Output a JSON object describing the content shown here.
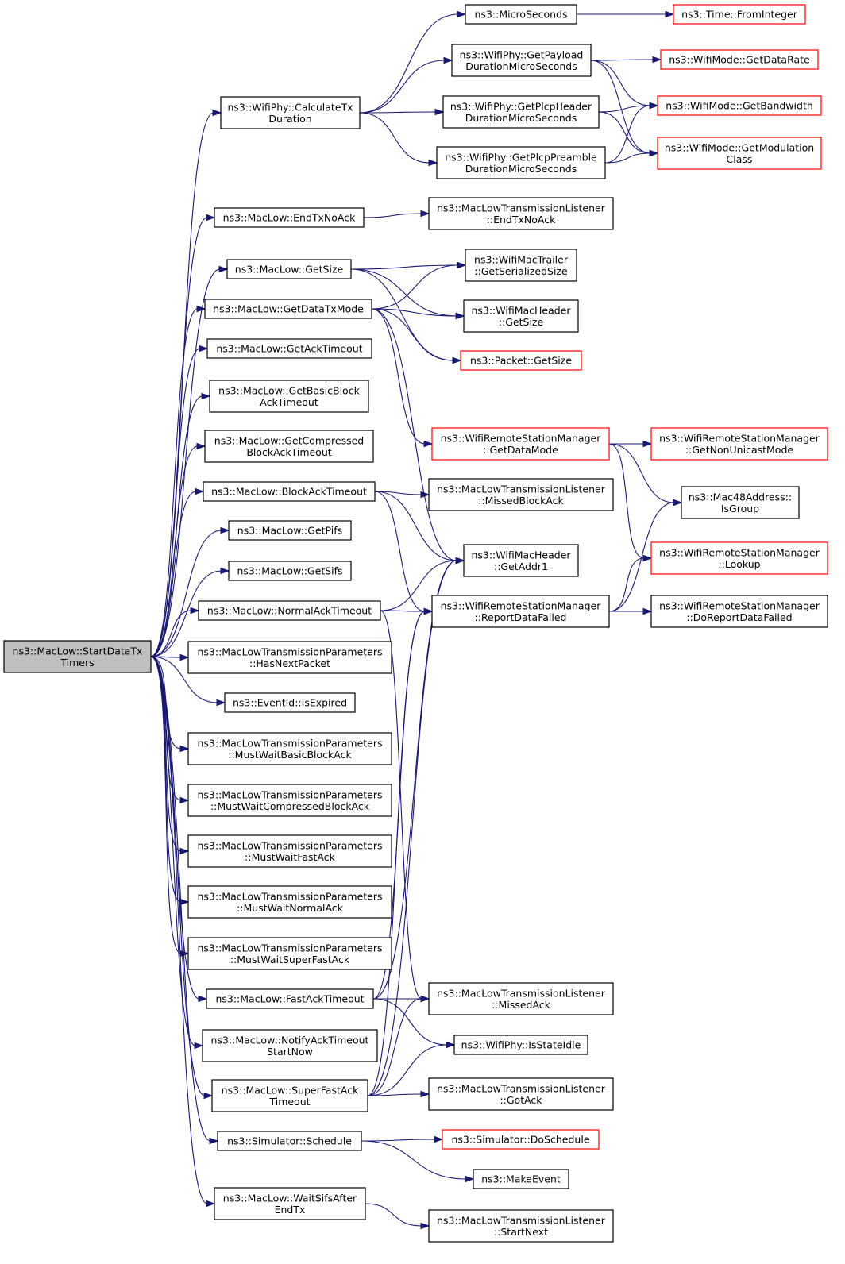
{
  "colors": {
    "edge": "#191970",
    "border_normal": "#000000",
    "border_external": "#ff0000",
    "root_fill": "#bfbfbf",
    "node_fill": "#ffffff"
  },
  "nodes": [
    {
      "id": "root",
      "lines": [
        "ns3::MacLow::StartDataTx",
        "Timers"
      ],
      "kind": "root"
    },
    {
      "id": "calc",
      "lines": [
        "ns3::WifiPhy::CalculateTx",
        "Duration"
      ],
      "kind": "normal"
    },
    {
      "id": "endtx",
      "lines": [
        "ns3::MacLow::EndTxNoAck"
      ],
      "kind": "normal"
    },
    {
      "id": "getsize",
      "lines": [
        "ns3::MacLow::GetSize"
      ],
      "kind": "normal"
    },
    {
      "id": "getdatatxmode",
      "lines": [
        "ns3::MacLow::GetDataTxMode"
      ],
      "kind": "normal"
    },
    {
      "id": "getacktimeout",
      "lines": [
        "ns3::MacLow::GetAckTimeout"
      ],
      "kind": "normal"
    },
    {
      "id": "getbasicblock",
      "lines": [
        "ns3::MacLow::GetBasicBlock",
        "AckTimeout"
      ],
      "kind": "normal"
    },
    {
      "id": "getcompressed",
      "lines": [
        "ns3::MacLow::GetCompressed",
        "BlockAckTimeout"
      ],
      "kind": "normal"
    },
    {
      "id": "blockacktimeout",
      "lines": [
        "ns3::MacLow::BlockAckTimeout"
      ],
      "kind": "normal"
    },
    {
      "id": "getpifs",
      "lines": [
        "ns3::MacLow::GetPifs"
      ],
      "kind": "normal"
    },
    {
      "id": "getsifs",
      "lines": [
        "ns3::MacLow::GetSifs"
      ],
      "kind": "normal"
    },
    {
      "id": "normalacktimeout",
      "lines": [
        "ns3::MacLow::NormalAckTimeout"
      ],
      "kind": "normal"
    },
    {
      "id": "hasnextpacket",
      "lines": [
        "ns3::MacLowTransmissionParameters",
        "::HasNextPacket"
      ],
      "kind": "normal"
    },
    {
      "id": "isexpired",
      "lines": [
        "ns3::EventId::IsExpired"
      ],
      "kind": "normal"
    },
    {
      "id": "mwbasic",
      "lines": [
        "ns3::MacLowTransmissionParameters",
        "::MustWaitBasicBlockAck"
      ],
      "kind": "normal"
    },
    {
      "id": "mwcompressed",
      "lines": [
        "ns3::MacLowTransmissionParameters",
        "::MustWaitCompressedBlockAck"
      ],
      "kind": "normal"
    },
    {
      "id": "mwfast",
      "lines": [
        "ns3::MacLowTransmissionParameters",
        "::MustWaitFastAck"
      ],
      "kind": "normal"
    },
    {
      "id": "mwnormal",
      "lines": [
        "ns3::MacLowTransmissionParameters",
        "::MustWaitNormalAck"
      ],
      "kind": "normal"
    },
    {
      "id": "mwsuperfast",
      "lines": [
        "ns3::MacLowTransmissionParameters",
        "::MustWaitSuperFastAck"
      ],
      "kind": "normal"
    },
    {
      "id": "fastacktimeout",
      "lines": [
        "ns3::MacLow::FastAckTimeout"
      ],
      "kind": "normal"
    },
    {
      "id": "notifyack",
      "lines": [
        "ns3::MacLow::NotifyAckTimeout",
        "StartNow"
      ],
      "kind": "normal"
    },
    {
      "id": "superfast",
      "lines": [
        "ns3::MacLow::SuperFastAck",
        "Timeout"
      ],
      "kind": "normal"
    },
    {
      "id": "schedule",
      "lines": [
        "ns3::Simulator::Schedule"
      ],
      "kind": "normal"
    },
    {
      "id": "waitsifs",
      "lines": [
        "ns3::MacLow::WaitSifsAfter",
        "EndTx"
      ],
      "kind": "normal"
    },
    {
      "id": "microseconds",
      "lines": [
        "ns3::MicroSeconds"
      ],
      "kind": "normal"
    },
    {
      "id": "getpayload",
      "lines": [
        "ns3::WifiPhy::GetPayload",
        "DurationMicroSeconds"
      ],
      "kind": "normal"
    },
    {
      "id": "getplcpheader",
      "lines": [
        "ns3::WifiPhy::GetPlcpHeader",
        "DurationMicroSeconds"
      ],
      "kind": "normal"
    },
    {
      "id": "getplcppreamble",
      "lines": [
        "ns3::WifiPhy::GetPlcpPreamble",
        "DurationMicroSeconds"
      ],
      "kind": "normal"
    },
    {
      "id": "listener_endtx",
      "lines": [
        "ns3::MacLowTransmissionListener",
        "::EndTxNoAck"
      ],
      "kind": "normal"
    },
    {
      "id": "trailer",
      "lines": [
        "ns3::WifiMacTrailer",
        "::GetSerializedSize"
      ],
      "kind": "normal"
    },
    {
      "id": "macheader_size",
      "lines": [
        "ns3::WifiMacHeader",
        "::GetSize"
      ],
      "kind": "normal"
    },
    {
      "id": "packet_size",
      "lines": [
        "ns3::Packet::GetSize"
      ],
      "kind": "external"
    },
    {
      "id": "rsm_getdatamode",
      "lines": [
        "ns3::WifiRemoteStationManager",
        "::GetDataMode"
      ],
      "kind": "external"
    },
    {
      "id": "listener_missedblock",
      "lines": [
        "ns3::MacLowTransmissionListener",
        "::MissedBlockAck"
      ],
      "kind": "normal"
    },
    {
      "id": "getaddr1",
      "lines": [
        "ns3::WifiMacHeader",
        "::GetAddr1"
      ],
      "kind": "normal"
    },
    {
      "id": "reportdatafailed",
      "lines": [
        "ns3::WifiRemoteStationManager",
        "::ReportDataFailed"
      ],
      "kind": "normal"
    },
    {
      "id": "listener_missedack",
      "lines": [
        "ns3::MacLowTransmissionListener",
        "::MissedAck"
      ],
      "kind": "normal"
    },
    {
      "id": "isstateidle",
      "lines": [
        "ns3::WifiPhy::IsStateIdle"
      ],
      "kind": "normal"
    },
    {
      "id": "listener_gotack",
      "lines": [
        "ns3::MacLowTransmissionListener",
        "::GotAck"
      ],
      "kind": "normal"
    },
    {
      "id": "doschedule",
      "lines": [
        "ns3::Simulator::DoSchedule"
      ],
      "kind": "external"
    },
    {
      "id": "makeevent",
      "lines": [
        "ns3::MakeEvent"
      ],
      "kind": "normal"
    },
    {
      "id": "listener_startnext",
      "lines": [
        "ns3::MacLowTransmissionListener",
        "::StartNext"
      ],
      "kind": "normal"
    },
    {
      "id": "fromint",
      "lines": [
        "ns3::Time::FromInteger"
      ],
      "kind": "external"
    },
    {
      "id": "getdatarate",
      "lines": [
        "ns3::WifiMode::GetDataRate"
      ],
      "kind": "external"
    },
    {
      "id": "getbandwidth",
      "lines": [
        "ns3::WifiMode::GetBandwidth"
      ],
      "kind": "external"
    },
    {
      "id": "getmodulation",
      "lines": [
        "ns3::WifiMode::GetModulation",
        "Class"
      ],
      "kind": "external"
    },
    {
      "id": "getnonunicast",
      "lines": [
        "ns3::WifiRemoteStationManager",
        "::GetNonUnicastMode"
      ],
      "kind": "external"
    },
    {
      "id": "isgroup",
      "lines": [
        "ns3::Mac48Address::",
        "IsGroup"
      ],
      "kind": "normal"
    },
    {
      "id": "lookup",
      "lines": [
        "ns3::WifiRemoteStationManager",
        "::Lookup"
      ],
      "kind": "external"
    },
    {
      "id": "doreportdatafailed",
      "lines": [
        "ns3::WifiRemoteStationManager",
        "::DoReportDataFailed"
      ],
      "kind": "normal"
    }
  ],
  "edges": [
    [
      "root",
      "calc"
    ],
    [
      "root",
      "endtx"
    ],
    [
      "root",
      "getsize"
    ],
    [
      "root",
      "getdatatxmode"
    ],
    [
      "root",
      "getacktimeout"
    ],
    [
      "root",
      "getbasicblock"
    ],
    [
      "root",
      "getcompressed"
    ],
    [
      "root",
      "blockacktimeout"
    ],
    [
      "root",
      "getpifs"
    ],
    [
      "root",
      "getsifs"
    ],
    [
      "root",
      "normalacktimeout"
    ],
    [
      "root",
      "hasnextpacket"
    ],
    [
      "root",
      "isexpired"
    ],
    [
      "root",
      "mwbasic"
    ],
    [
      "root",
      "mwcompressed"
    ],
    [
      "root",
      "mwfast"
    ],
    [
      "root",
      "mwnormal"
    ],
    [
      "root",
      "mwsuperfast"
    ],
    [
      "root",
      "fastacktimeout"
    ],
    [
      "root",
      "notifyack"
    ],
    [
      "root",
      "superfast"
    ],
    [
      "root",
      "schedule"
    ],
    [
      "root",
      "waitsifs"
    ],
    [
      "calc",
      "microseconds"
    ],
    [
      "calc",
      "getpayload"
    ],
    [
      "calc",
      "getplcpheader"
    ],
    [
      "calc",
      "getplcppreamble"
    ],
    [
      "microseconds",
      "fromint"
    ],
    [
      "getpayload",
      "getdatarate"
    ],
    [
      "getpayload",
      "getbandwidth"
    ],
    [
      "getpayload",
      "getmodulation"
    ],
    [
      "getplcpheader",
      "getbandwidth"
    ],
    [
      "getplcpheader",
      "getmodulation"
    ],
    [
      "getplcppreamble",
      "getbandwidth"
    ],
    [
      "getplcppreamble",
      "getmodulation"
    ],
    [
      "endtx",
      "listener_endtx"
    ],
    [
      "getsize",
      "trailer"
    ],
    [
      "getsize",
      "macheader_size"
    ],
    [
      "getsize",
      "packet_size"
    ],
    [
      "getdatatxmode",
      "trailer"
    ],
    [
      "getdatatxmode",
      "macheader_size"
    ],
    [
      "getdatatxmode",
      "packet_size"
    ],
    [
      "getdatatxmode",
      "rsm_getdatamode"
    ],
    [
      "getdatatxmode",
      "getaddr1"
    ],
    [
      "rsm_getdatamode",
      "getnonunicast"
    ],
    [
      "rsm_getdatamode",
      "isgroup"
    ],
    [
      "rsm_getdatamode",
      "lookup"
    ],
    [
      "blockacktimeout",
      "listener_missedblock"
    ],
    [
      "blockacktimeout",
      "getaddr1"
    ],
    [
      "blockacktimeout",
      "reportdatafailed"
    ],
    [
      "normalacktimeout",
      "getaddr1"
    ],
    [
      "normalacktimeout",
      "reportdatafailed"
    ],
    [
      "normalacktimeout",
      "listener_missedack"
    ],
    [
      "reportdatafailed",
      "isgroup"
    ],
    [
      "reportdatafailed",
      "lookup"
    ],
    [
      "reportdatafailed",
      "doreportdatafailed"
    ],
    [
      "fastacktimeout",
      "getaddr1"
    ],
    [
      "fastacktimeout",
      "reportdatafailed"
    ],
    [
      "fastacktimeout",
      "listener_missedack"
    ],
    [
      "fastacktimeout",
      "isstateidle"
    ],
    [
      "superfast",
      "getaddr1"
    ],
    [
      "superfast",
      "reportdatafailed"
    ],
    [
      "superfast",
      "listener_missedack"
    ],
    [
      "superfast",
      "isstateidle"
    ],
    [
      "superfast",
      "listener_gotack"
    ],
    [
      "schedule",
      "doschedule"
    ],
    [
      "schedule",
      "makeevent"
    ],
    [
      "waitsifs",
      "listener_startnext"
    ]
  ]
}
